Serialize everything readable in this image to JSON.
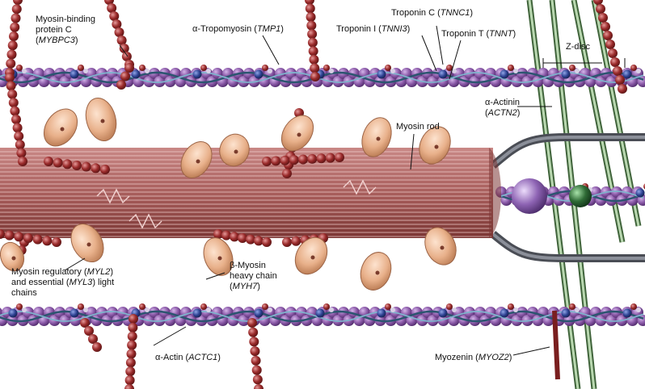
{
  "labels": {
    "mybpc3": {
      "name": "Myosin-binding",
      "line2": "protein C",
      "gene": "MYBPC3"
    },
    "tmp1": {
      "name": "α-Tropomyosin",
      "gene": "TMP1"
    },
    "tnnc1": {
      "name": "Troponin C",
      "gene": "TNNC1"
    },
    "tnni3": {
      "name": "Troponin I",
      "gene": "TNNI3"
    },
    "tnnt": {
      "name": "Troponin T",
      "gene": "TNNT"
    },
    "zdisc": {
      "name": "Z-disc"
    },
    "actn2": {
      "name": "α-Actinin",
      "gene": "ACTN2"
    },
    "rod": {
      "name": "Myosin rod"
    },
    "myl": {
      "line1": "Myosin regulatory",
      "gene1": "MYL2",
      "line2": "and essential",
      "gene2": "MYL3",
      "line2_tail": "light",
      "line3": "chains"
    },
    "myh7": {
      "name": "β-Myosin",
      "line2": "heavy chain",
      "gene": "MYH7"
    },
    "actc1": {
      "name": "α-Actin",
      "gene": "ACTC1"
    },
    "myoz2": {
      "name": "Myozenin",
      "gene": "MYOZ2"
    }
  },
  "colors": {
    "actin_bead": "#8b5aa8",
    "actin_dark": "#5a2f78",
    "tropomyosin": "#3a6e8c",
    "troponin": "#2b3f8f",
    "mybpc_bead": "#9a2b2b",
    "myosin_rod": "#b06a68",
    "myosin_head": "#e8b08a",
    "zdisc_rod": "#5f8a5a",
    "actinin_ball": "#8e64b4",
    "myozenin_ball": "#2f6b36"
  }
}
